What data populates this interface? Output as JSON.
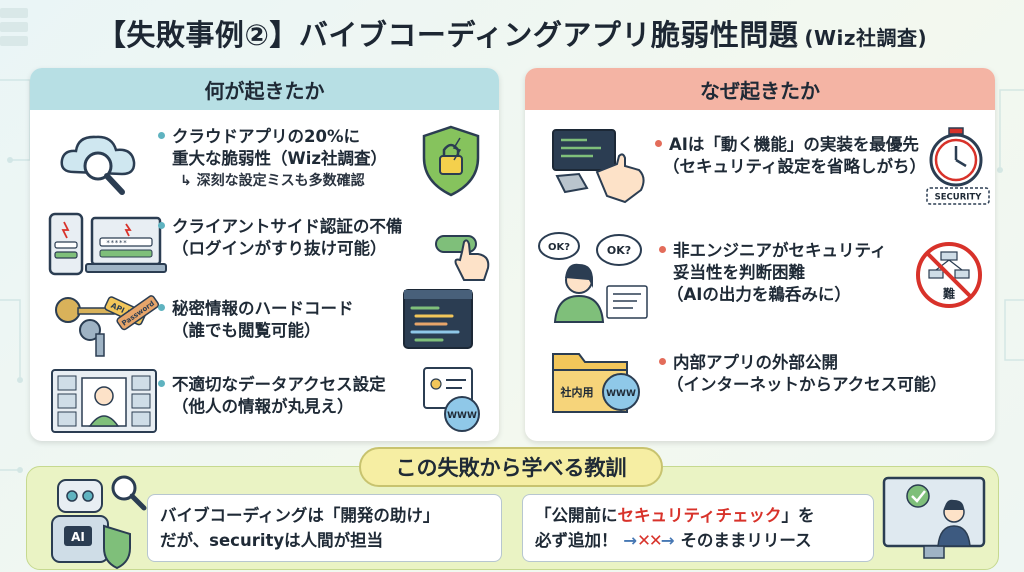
{
  "title": {
    "main": "【失敗事例②】バイブコーディングアプリ脆弱性問題",
    "sub": "(Wiz社調査)"
  },
  "left_panel": {
    "heading": "何が起きたか",
    "items": [
      {
        "line1": "クラウドアプリの20%に",
        "line2": "重大な脆弱性（Wiz社調査）",
        "note": "深刻な設定ミスも多数確認"
      },
      {
        "line1": "クライアントサイド認証の不備",
        "line2": "（ログインがすり抜け可能）"
      },
      {
        "line1": "秘密情報のハードコード",
        "line2": "（誰でも閲覧可能）"
      },
      {
        "line1": "不適切なデータアクセス設定",
        "line2": "（他人の情報が丸見え）"
      }
    ],
    "icon_labels": {
      "api_key_tag": "API Key",
      "password_tag": "Password",
      "www": "WWW"
    }
  },
  "right_panel": {
    "heading": "なぜ起きたか",
    "items": [
      {
        "line1": "AIは「動く機能」の実装を最優先",
        "line2": "（セキュリティ設定を省略しがち）"
      },
      {
        "line1": "非エンジニアがセキュリティ",
        "line2": "妥当性を判断困難",
        "line3": "（AIの出力を鵜呑みに）"
      },
      {
        "line1": "内部アプリの外部公開",
        "line2": "（インターネットからアクセス可能）"
      }
    ],
    "icon_labels": {
      "security_tag": "SECURITY",
      "ok1": "OK?",
      "ok2": "OK?",
      "difficult": "難",
      "folder": "社内用",
      "www": "WWW"
    }
  },
  "lesson": {
    "banner": "この失敗から学べる教訓",
    "left": {
      "line1": "バイブコーディングは「開発の助け」",
      "line2": "だが、securityは人間が担当"
    },
    "right": {
      "line1_a": "「公開前に",
      "line1_red": "セキュリティチェック",
      "line1_b": "」を",
      "line2_a": "必ず追加！",
      "line2_b": "そのままリリース"
    },
    "robot_label": "AI"
  },
  "colors": {
    "left_head": "#b7dfe4",
    "right_head": "#f4b4a4",
    "lesson_bg": "#eaf3c4",
    "banner": "#f6eea3",
    "accent_red": "#d8322a",
    "accent_teal": "#5fb3c0"
  },
  "icons": [
    "cloud-search-icon",
    "shield-lock-icon",
    "phone-login-icon",
    "laptop-login-icon",
    "hand-pointer-icon",
    "keys-icon",
    "code-window-icon",
    "video-grid-icon",
    "profile-www-icon",
    "robot-hand-keyboard-icon",
    "stopwatch-icon",
    "person-question-icon",
    "no-flowchart-icon",
    "folder-globe-icon",
    "robot-ai-icon",
    "magnifier-icon",
    "shield-check-icon",
    "person-monitor-icon"
  ]
}
